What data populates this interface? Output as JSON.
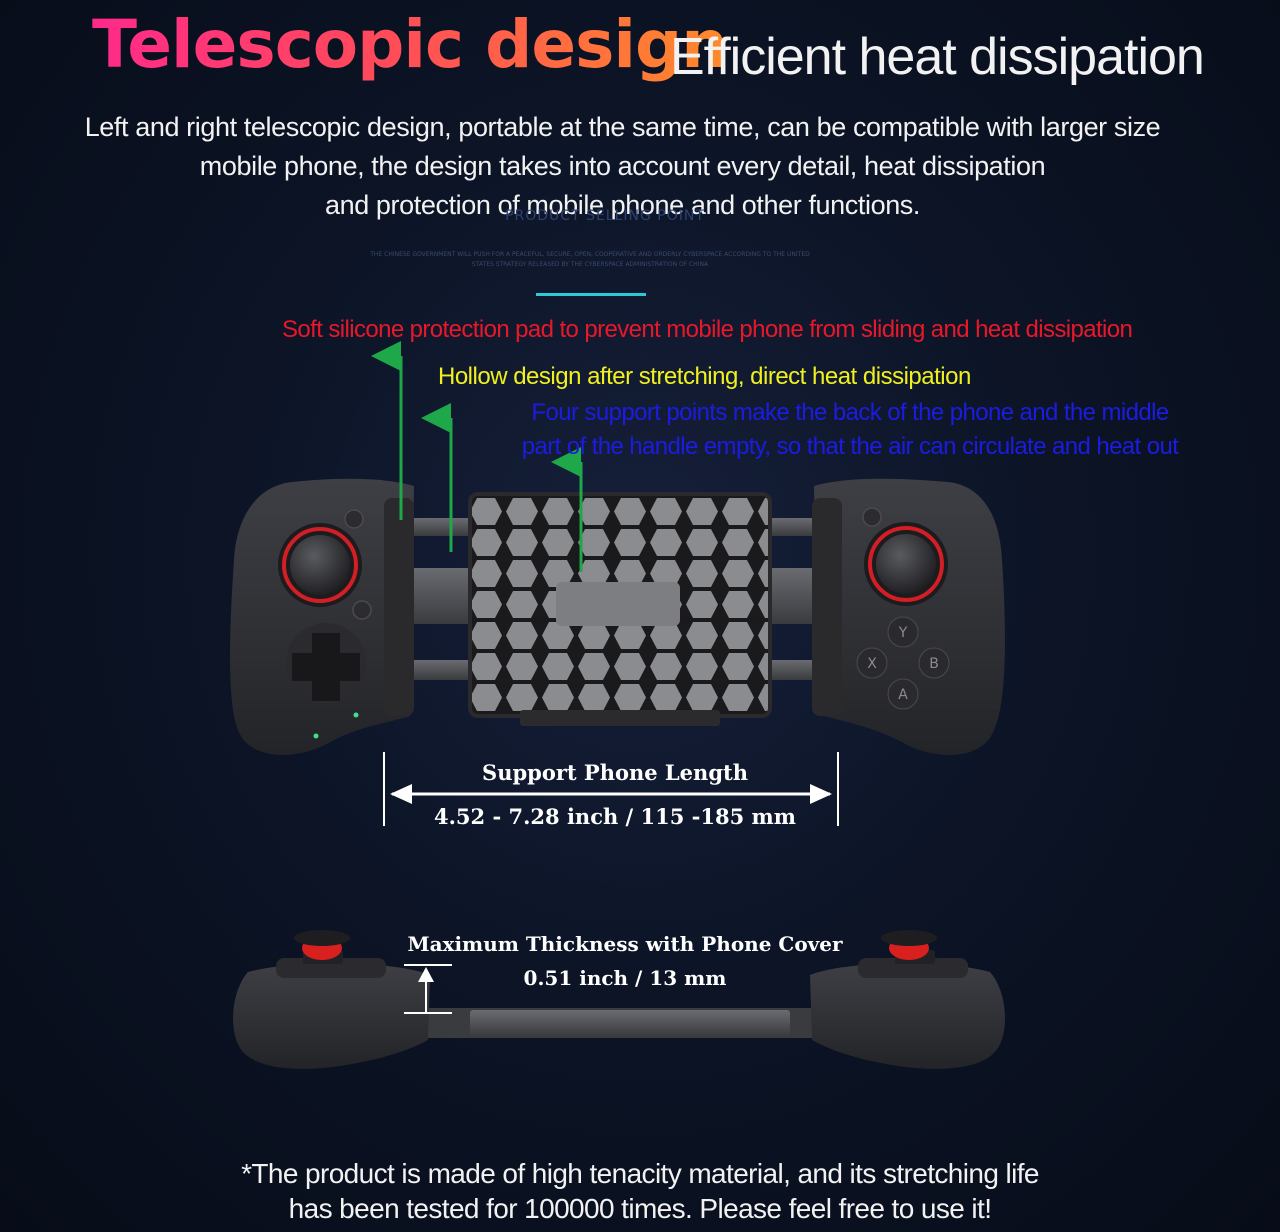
{
  "header": {
    "title": "Telescopic design",
    "subtitle": "Efficient heat dissipation"
  },
  "intro": {
    "lines": [
      "Left and right telescopic design, portable at the same time, can be compatible with larger size",
      "mobile phone, the design takes into account every detail, heat dissipation",
      "and protection of mobile phone and other functions."
    ]
  },
  "faint": {
    "heading": "PRODUCT SELLING POINT",
    "line1": "THE CHINESE GOVERNMENT WILL PUSH FOR A PEACEFUL, SECURE, OPEN, COOPERATIVE AND ORDERLY CYBERSPACE ACCORDING TO THE UNITED",
    "line2": "STATES STRATEGY RELEASED BY THE CYBERSPACE ADMINISTRATION OF CHINA"
  },
  "notes": {
    "red": "Soft silicone protection pad to prevent mobile phone from sliding and heat dissipation",
    "yellow": "Hollow design after stretching, direct heat dissipation",
    "blue": [
      "Four support points make the back of the phone and the middle",
      "part of the handle empty, so that the air can circulate and heat out"
    ]
  },
  "buttons": {
    "y": "Y",
    "x": "X",
    "b": "B",
    "a": "A"
  },
  "dimensions": {
    "support_label": "Support Phone Length",
    "support_value": "4.52 - 7.28 inch / 115 -185 mm",
    "thickness_label": "Maximum Thickness with Phone Cover",
    "thickness_value": "0.51 inch / 13 mm"
  },
  "footer": {
    "lines": [
      "*The product is made of high tenacity material, and its stretching life",
      "has been tested for 100000 times. Please feel free to use it!"
    ]
  },
  "colors": {
    "accent": "#2fc9d6",
    "red_note": "#e8182a",
    "yellow_note": "#f0f020",
    "blue_note": "#1c1ce0",
    "arrow": "#1fa84a"
  }
}
